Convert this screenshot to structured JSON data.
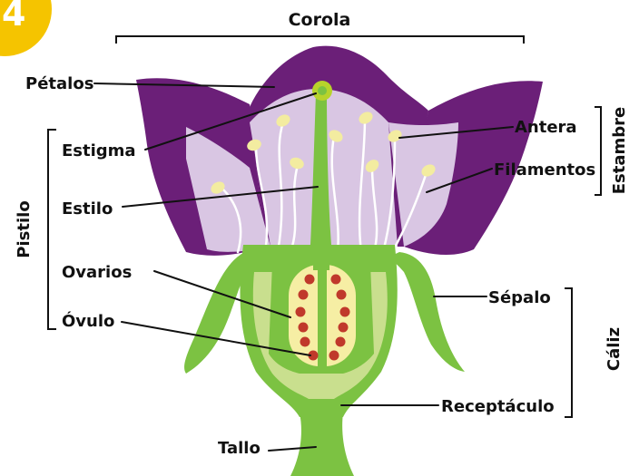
{
  "badge": {
    "text": "4"
  },
  "labels": {
    "corola": "Corola",
    "petalos": "Pétalos",
    "estigma": "Estigma",
    "estilo": "Estilo",
    "ovarios": "Ovarios",
    "ovulo": "Óvulo",
    "pistilo": "Pistilo",
    "antera": "Antera",
    "filamentos": "Filamentos",
    "estambre": "Estambre",
    "sepalo": "Sépalo",
    "caliz": "Cáliz",
    "receptaculo": "Receptáculo",
    "tallo": "Tallo"
  },
  "colors": {
    "badge": "#f5c400",
    "petal_dark": "#6b1f78",
    "petal_light": "#d9c6e3",
    "green": "#7cc242",
    "green_dark": "#5ea52d",
    "green_light": "#c9df8e",
    "ovary_fill": "#f6eea4",
    "ovule": "#c0392b",
    "anther": "#f3eca0",
    "stigma": "#b7d32b"
  }
}
